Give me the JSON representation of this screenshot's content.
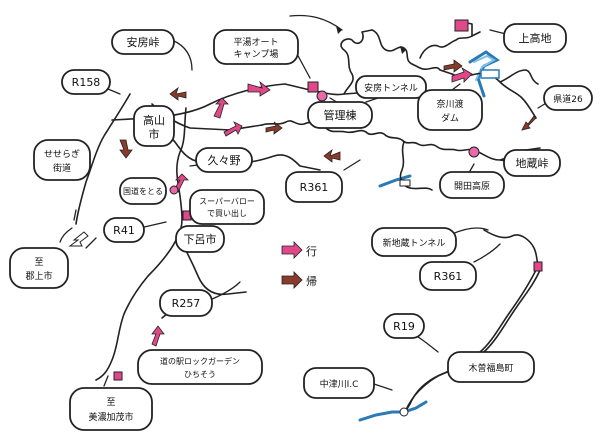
{
  "labels": {
    "annou": "安房峠",
    "hirayu": [
      "平湯オート",
      "キャンプ場"
    ],
    "kamikochi": "上高地",
    "r158": "R158",
    "takayama": [
      "高山",
      "市"
    ],
    "annou_tunnel": "安房トンネル",
    "kanri": "管理棟",
    "nagawado": [
      "奈川渡",
      "ダム"
    ],
    "kendo26": "県道26",
    "seseragi": [
      "せせらぎ",
      "街道"
    ],
    "kuguno": "久々野",
    "nagano": "国道をとる",
    "supermarket": [
      "スーパーバロー",
      "で買い出し"
    ],
    "r361_left": "R361",
    "kaida": "開田高原",
    "jizo": "地蔵峠",
    "r41": "R41",
    "gero": "下呂市",
    "legend_go": "行",
    "legend_return": "帰",
    "shinjizo": "新地蔵トンネル",
    "gujo": [
      "至",
      "郡上市"
    ],
    "r361_right": "R361",
    "r257": "R257",
    "r19": "R19",
    "rock_garden": [
      "道の駅ロックガーデン",
      "ひちそう"
    ],
    "nakatsugawa": "中津川I.C",
    "kiso": "木曽福島町",
    "minokamo": [
      "至",
      "美濃加茂市"
    ]
  },
  "legend": [
    {
      "key": "legend_go",
      "color": "#e0488a",
      "meaning": "行"
    },
    {
      "key": "legend_return",
      "color": "#8a3b2a",
      "meaning": "帰"
    }
  ],
  "colors": {
    "route_go": "#e0488a",
    "route_return": "#8a3b2a",
    "river": "#2a7ab8",
    "poi": "#e0488a"
  }
}
